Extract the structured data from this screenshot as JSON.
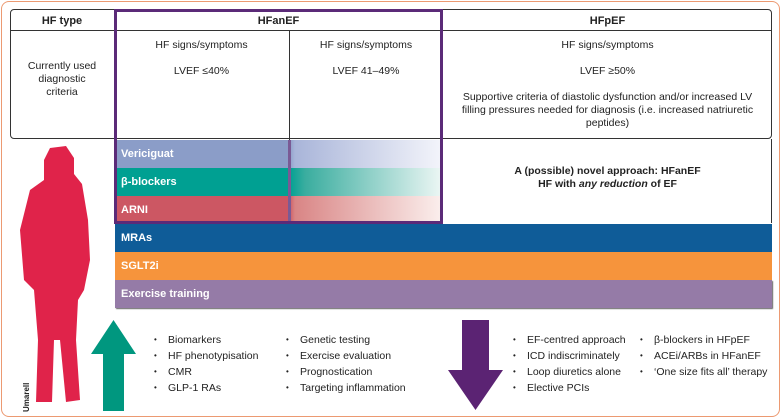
{
  "header": {
    "hf_type": "HF type",
    "hfanef": "HFanEF",
    "hfpef": "HFpEF"
  },
  "criteria": {
    "label": "Currently used diagnostic criteria",
    "col1": {
      "signs": "HF signs/symptoms",
      "lvef": "LVEF ≤40%"
    },
    "col2": {
      "signs": "HF signs/symptoms",
      "lvef": "LVEF 41–49%"
    },
    "col3": {
      "signs": "HF signs/symptoms",
      "lvef": "LVEF ≥50%",
      "supportive": "Supportive criteria of diastolic dysfunction and/or increased LV filling pressures needed for diagnosis (i.e. increased natriuretic peptides)"
    }
  },
  "novel": {
    "line1": "A (possible) novel approach: HFanEF",
    "line2_pre": "HF with ",
    "line2_em": "any reduction",
    "line2_post": " of EF"
  },
  "therapies": [
    {
      "label": "Vericiguat",
      "color": "#8b9dc8"
    },
    {
      "label": "β-blockers",
      "color": "#00a092"
    },
    {
      "label": "ARNI",
      "color": "#cc5763"
    },
    {
      "label": "MRAs",
      "color": "#0f5c98"
    },
    {
      "label": "SGLT2i",
      "color": "#f6943c"
    },
    {
      "label": "Exercise training",
      "color": "#957ba7"
    }
  ],
  "figure_label": "Umarell",
  "up_list_1": [
    "Biomarkers",
    "HF phenotypisation",
    "CMR",
    "GLP-1 RAs"
  ],
  "up_list_2": [
    "Genetic testing",
    "Exercise evaluation",
    "Prognostication",
    "Targeting inflammation"
  ],
  "down_list_1": [
    "EF-centred approach",
    "ICD indiscriminately",
    "Loop diuretics alone",
    "Elective PCIs"
  ],
  "down_list_2": [
    "β-blockers in HFpEF",
    "ACEi/ARBs in HFanEF",
    "‘One size fits all’ therapy"
  ],
  "colors": {
    "frame": "#ec9a72",
    "hfanef_box": "#5b2a78",
    "up_arrow": "#00977f",
    "down_arrow": "#5b2373",
    "figure": "#e0234a"
  }
}
